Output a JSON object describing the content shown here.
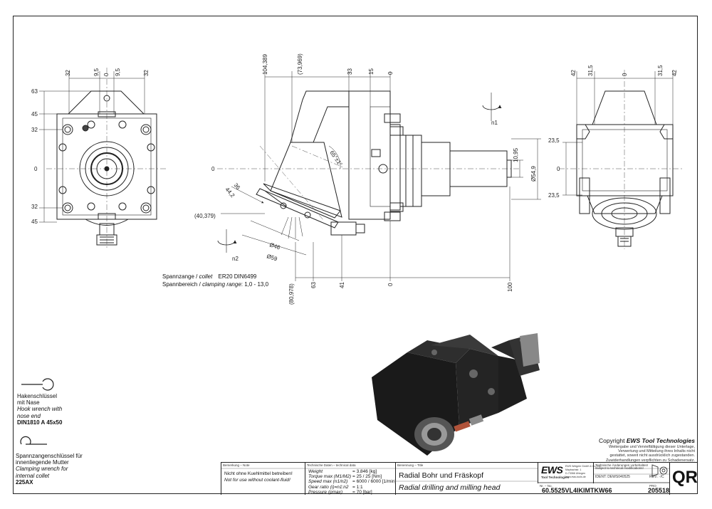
{
  "front_view": {
    "top_dims": [
      "32",
      "9,5",
      "0",
      "9,5",
      "32"
    ],
    "left_dims": [
      "63",
      "45",
      "32",
      "0",
      "32",
      "45"
    ]
  },
  "side_view": {
    "top_dims": [
      "104,389",
      "(73,969)",
      "33",
      "15",
      "0"
    ],
    "right_dims": [
      "10,95",
      "Ø54,9"
    ],
    "angle": "65°±1°",
    "left_dims": [
      "0",
      "36",
      "44,2",
      "(40,379)"
    ],
    "bottom_dims": [
      "(80,978)",
      "63",
      "41",
      "0",
      "100"
    ],
    "diameters": [
      "Ø46",
      "Ø59"
    ],
    "rotation_labels": [
      "n1",
      "n2"
    ]
  },
  "rear_view": {
    "top_dims": [
      "42",
      "31,5",
      "0",
      "31,5",
      "42"
    ],
    "left_dims": [
      "23,5",
      "0",
      "23,5"
    ]
  },
  "collet_spec": {
    "label_de": "Spannzange /",
    "label_en": "collet",
    "value": "ER20   DIN6499",
    "range_de": "Spannbereich /",
    "range_en": "clamping range",
    "range_value": ": 1,0 - 13,0"
  },
  "hook_wrench": {
    "de1": "Hakenschlüssel",
    "de2": "mit Nase",
    "en1": "Hook wrench with",
    "en2": "nose end",
    "spec": "DIN1810 A 45x50"
  },
  "clamping_wrench": {
    "de1": "Spannzangenschlüssel für",
    "de2": "innenliegende Mutter",
    "en1": "Clamping wrench for",
    "en2": "internal collet",
    "spec": "225AX"
  },
  "copyright": {
    "title_prefix": "Copyright",
    "title_brand": "EWS Tool Technologies",
    "lines": [
      "Weitergabe und Vervielfältigung dieser Unterlage,",
      "Verwertung und Mitteilung ihres Inhalts nicht",
      "gestattet, soweit nicht ausdrücklich zugestanden.",
      "Zuwiderhandlungen verpflichten zu Schadenersatz."
    ]
  },
  "title_block": {
    "remark_header": "Bemerkung – Note",
    "remark_de": "Nicht ohne Kuehlmittel betreiben!",
    "remark_en": "Not for use without coolant-fluid!",
    "tech_header": "Technische Daten – technical data",
    "tech_rows": [
      {
        "label": "Weight",
        "value": "=  3.846 [kg]"
      },
      {
        "label": "Torque max (M1/M2)",
        "value": "=  25 / 25 [Nm]"
      },
      {
        "label": "Speed max  (n1/n2)",
        "value": "=  6000 / 6000 [1/min]"
      },
      {
        "label": "Gear ratio  (i)=n1:n2",
        "value": "=  1:1"
      },
      {
        "label": "Pressure     (pmax)",
        "value": "=  70 [bar]"
      }
    ],
    "name_header": "Benennung – Title",
    "title_de": "Radial Bohr und Fräskopf",
    "title_en": "Radial drilling and milling head",
    "logo": "EWS",
    "logo_sub": "Tool Technologies",
    "company_lines": [
      "EWS Weigele GmbH & Co. KG",
      "Maybachstr. 1",
      "D-73066 Uhingen",
      "www.ews-tools.de"
    ],
    "change_de": "Technische Änderungen vorbehalten!",
    "change_en": "Subject to technical modifications!",
    "ident_label": "IDENT:",
    "ident_value": "DEWS040525",
    "rev_label": "REV.:",
    "rev_value": "-/C",
    "no_header": "Nr. – No.",
    "part_number": "60.5525VL4IKIMTKW66",
    "page_header": "PRO",
    "order_number": "205518",
    "qr": "QR"
  },
  "icons": [
    "hook-wrench-icon",
    "clamping-wrench-icon",
    "projection-symbol-icon",
    "rotation-arrow-icon"
  ]
}
